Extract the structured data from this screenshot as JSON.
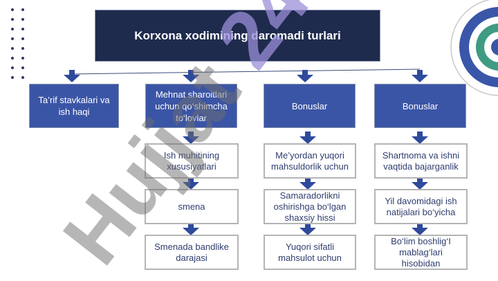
{
  "title": "Korxona xodimining daromadi turlari",
  "columns": [
    {
      "header": "Ta’rif stavkalari va ish haqi",
      "items": []
    },
    {
      "header": "Mehnat sharoitlari uchun qo‘shimcha to‘lovlar",
      "items": [
        "Ish muhitining xususiyatlari",
        "smena",
        "Smenada bandlike darajasi"
      ]
    },
    {
      "header": "Bonuslar",
      "items": [
        "Me’yordan yuqori mahsuldorlik uchun",
        "Samaradorlikni oshirishga bo‘lgan shaxsiy hissi",
        "Yuqori sifatli mahsulot uchun"
      ]
    },
    {
      "header": "Bonuslar",
      "items": [
        "Shartnoma va ishni vaqtida bajarganlik",
        "Yil davomidagi ish natijalari bo‘yicha",
        "Bo‘lim boshlig‘I mablag‘lari hisobidan"
      ]
    }
  ],
  "watermark": "Hujjat 24",
  "colors": {
    "title_bg": "#1f2b4d",
    "header_bg": "#3b55a6",
    "arrow": "#2e4a9c",
    "item_text": "#2f3d6e",
    "item_border": "#b4b4b4"
  }
}
